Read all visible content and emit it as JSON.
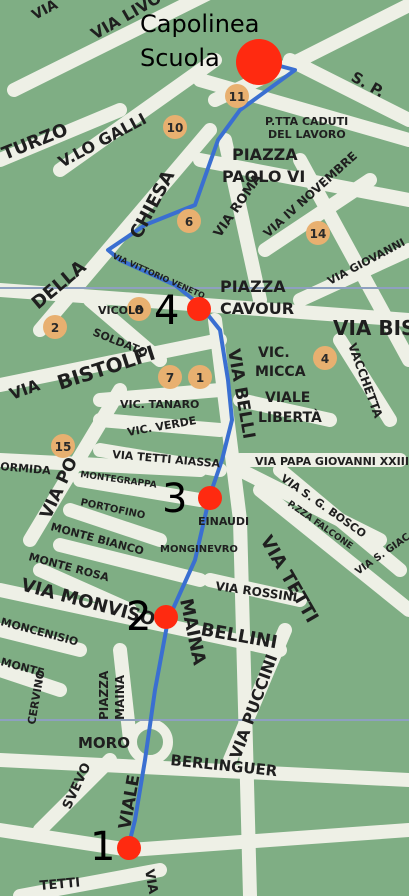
{
  "colors": {
    "block": "#7fae84",
    "road": "#eef0e6",
    "route": "#3a6fd1",
    "stop": "#ff2a10",
    "poi": "#e8b070",
    "gridline": "#8ea0c0"
  },
  "terminus": {
    "line1": "Capolinea",
    "line2": "Scuola"
  },
  "stops": [
    "1",
    "2",
    "3",
    "4"
  ],
  "pois": [
    "2",
    "1",
    "6",
    "7",
    "8",
    "10",
    "11",
    "14",
    "15",
    "4"
  ],
  "streets": {
    "via_top": "VIA",
    "livorno": "VIA LIVORNO",
    "sp": "S. P.",
    "turzo": "TURZO",
    "lo_galli": "V.LO GALLI",
    "ptta_caduti_1": "P.TTA CADUTI",
    "ptta_caduti_2": "DEL LAVORO",
    "piazza_paolo_1": "PIAZZA",
    "piazza_paolo_2": "PAOLO VI",
    "chiesa": "CHIESA",
    "via_roma": "VIA ROMA",
    "iv_nov": "VIA IV NOVEMBRE",
    "della": "DELLA",
    "vittorio": "VIA VITTORIO VENETO",
    "via_giovanni": "VIA GIOVANNI",
    "piazza_cavour_1": "PIAZZA",
    "piazza_cavour_2": "CAVOUR",
    "vicolo_1": "VICOLO",
    "vicolo_2": "SOLDATO",
    "via_bis": "VIA BIS",
    "bistolfi": "BISTOLFI",
    "via_left": "VIA",
    "vic_micca_1": "VIC.",
    "vic_micca_2": "MICCA",
    "vacchetta": "VACCHETTA",
    "via_belli": "VIA BELLI",
    "vic_tanaro": "VIC. TANARO",
    "viale_liberta_1": "VIALE",
    "viale_liberta_2": "LIBERTÀ",
    "vic_verde": "VIC. VERDE",
    "via_tetti_aiassa": "VIA TETTI AIASSA",
    "via_papa": "VIA PAPA GIOVANNI XXIII",
    "ormida": "ORMIDA",
    "via_po": "VIA PO",
    "montegrappa": "MONTEGRAPPA",
    "portofino": "PORTOFINO",
    "einaudi": "EINAUDI",
    "via_sg_bosco": "VIA S. G. BOSCO",
    "pzza_falcone": "P.ZZA FALCONE",
    "via_s_giac": "VIA S. GIAC",
    "monte_bianco": "MONTE BIANCO",
    "monginevro": "MONGINEVRO",
    "monte_rosa": "MONTE ROSA",
    "via_tetti": "VIA TETTI",
    "via_rossini": "VIA ROSSINI",
    "via_monviso": "VIA MONVISO",
    "bellini": "BELLINI",
    "moncenisio": "MONCENISIO",
    "maina": "MAINA",
    "via_puccini": "VIA PUCCINI",
    "monte": "MONTE",
    "cervino": "CERVINO",
    "piazza_maina_1": "PIAZZA",
    "piazza_maina_2": "MAINA",
    "svevo": "SVEVO",
    "moro": "MORO",
    "berlinguer": "BERLINGUER",
    "viale": "VIALE",
    "via_bottom": "VIA",
    "tetti_bottom": "TETTI"
  }
}
